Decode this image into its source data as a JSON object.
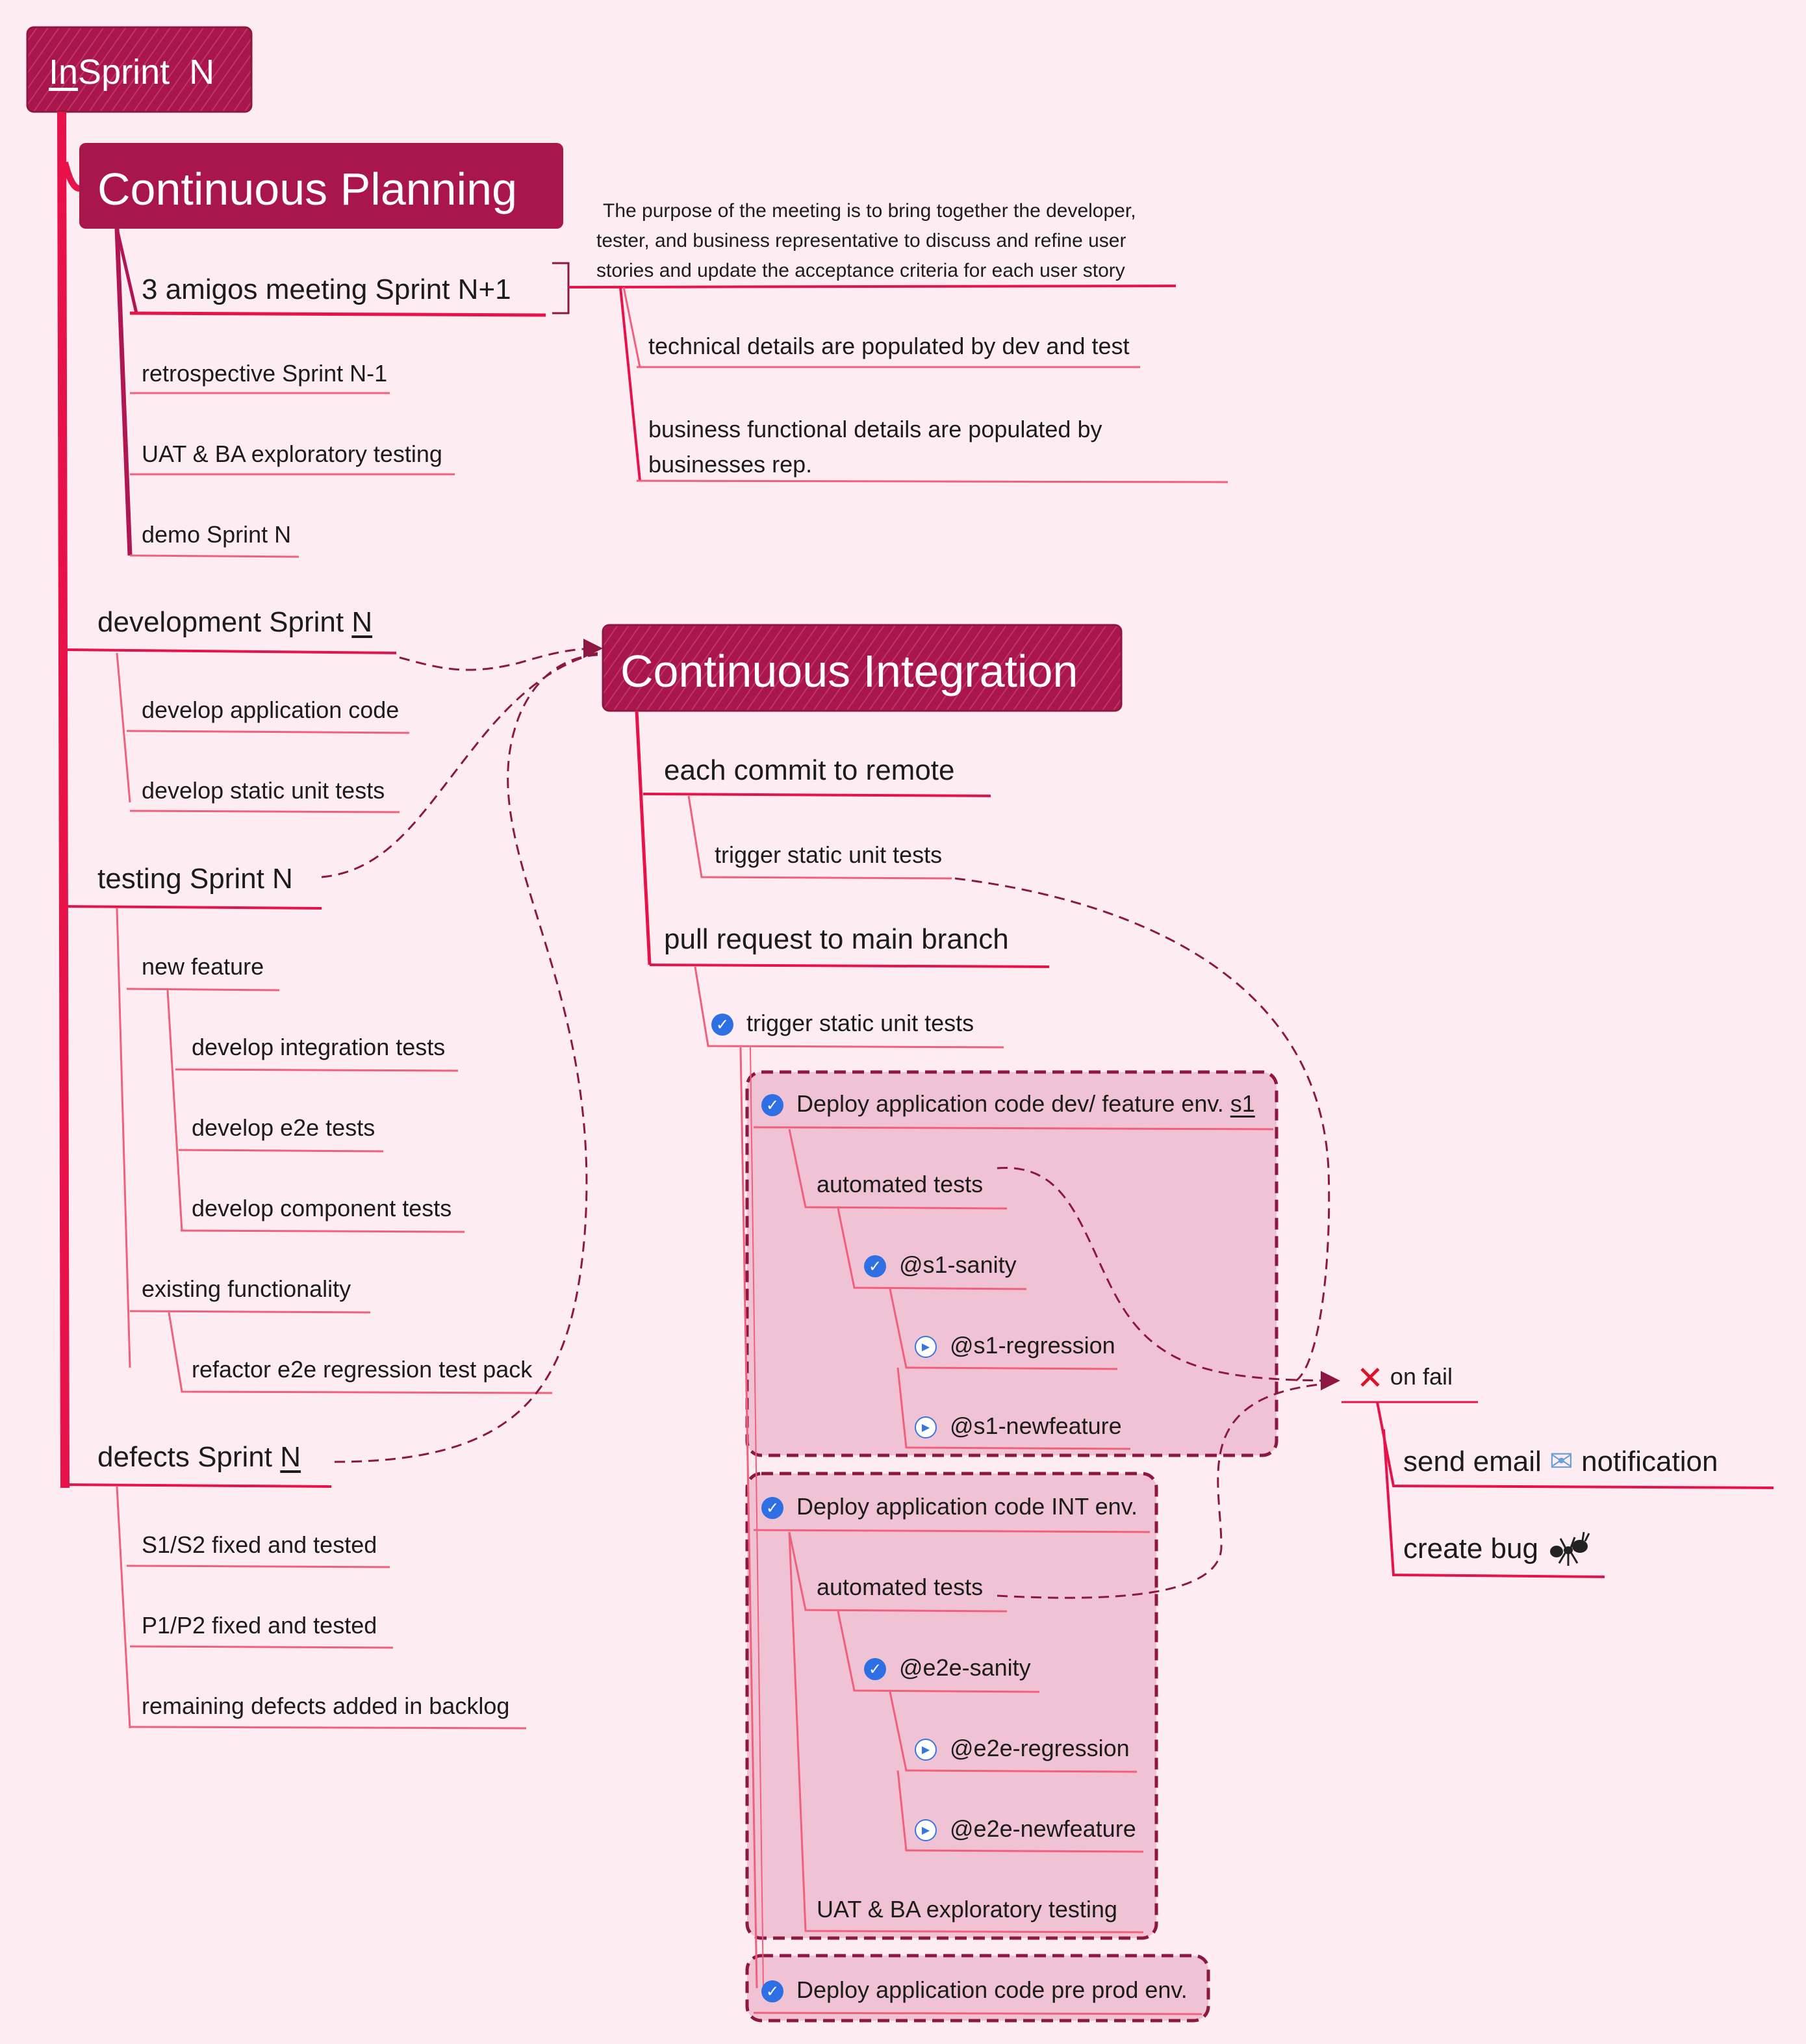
{
  "root": {
    "prefix": "In",
    "label": "Sprint  N"
  },
  "continuous_planning": {
    "title": "Continuous Planning",
    "three_amigos": "3 amigos meeting Sprint N+1",
    "purpose_note": [
      "The purpose of the meeting is to bring together the developer,",
      "tester, and business representative to discuss and refine user",
      "stories and update the acceptance criteria for each user story"
    ],
    "technical_details": "technical details are populated by dev and test",
    "business_details": [
      "business functional details are populated by",
      "businesses rep."
    ],
    "retrospective": "retrospective Sprint N-1",
    "uat_exploratory": "UAT & BA exploratory testing",
    "demo": "demo Sprint N"
  },
  "development": {
    "label": "development Sprint ",
    "label_n": "N",
    "items": [
      "develop application code",
      "develop static unit tests"
    ]
  },
  "testing": {
    "label": "testing Sprint N",
    "new_feature": "new feature",
    "new_feature_items": [
      "develop integration tests",
      "develop e2e tests",
      "develop component tests"
    ],
    "existing_functionality": "existing functionality",
    "refactor": "refactor e2e regression test pack"
  },
  "defects": {
    "label": "defects Sprint ",
    "label_n": "N",
    "items": [
      "S1/S2 fixed and tested",
      "P1/P2 fixed and tested",
      "remaining defects added in backlog"
    ]
  },
  "continuous_integration": {
    "title": "Continuous Integration",
    "each_commit": "each commit to remote",
    "trigger_static_1": "trigger static unit tests",
    "pull_request": "pull request to main branch",
    "trigger_static_2": "trigger static unit tests",
    "deploy_dev": "Deploy application code dev/ feature env. ",
    "deploy_dev_s1": "s1",
    "automated_tests_1": "automated tests",
    "s1_sanity": "@s1-sanity",
    "s1_regression": "@s1-regression",
    "s1_newfeature": "@s1-newfeature",
    "deploy_int": "Deploy application code INT env.",
    "automated_tests_2": "automated tests",
    "e2e_sanity": "@e2e-sanity",
    "e2e_regression": "@e2e-regression",
    "e2e_newfeature": "@e2e-newfeature",
    "uat_exploratory": "UAT & BA exploratory testing",
    "deploy_preprod": "Deploy application code pre prod env."
  },
  "on_fail": {
    "label": "on fail",
    "icon": "cross-mark-icon",
    "send_email": "send email",
    "send_email_tail": " notification",
    "email_icon": "envelope-icon",
    "create_bug": "create bug",
    "bug_icon": "ant-icon"
  },
  "colors": {
    "background": "#fdedf3",
    "title_fill": "#a8164c",
    "main_branch": "#e8124a",
    "branch": "#f0607c",
    "dashed": "#8e1742",
    "group_fill": "#efc3d4",
    "check": "#2f6fe4"
  }
}
